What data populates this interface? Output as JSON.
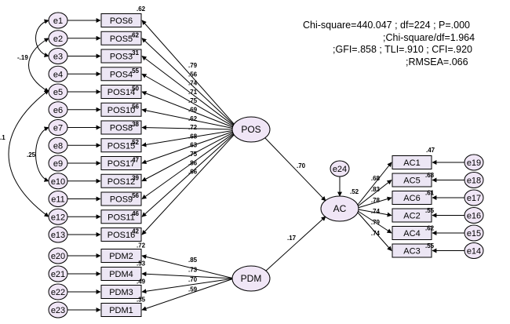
{
  "fit_stats": [
    "Chi-square=440.047 ; df=224 ; P=.000",
    ";Chi-square/df=1.964",
    ";GFI=.858 ; TLI=.910 ; CFI=.920",
    ";RMSEA=.066"
  ],
  "latents": {
    "pos": "POS",
    "pdm": "PDM",
    "ac": "AC"
  },
  "pos_items": [
    {
      "item": "POS6",
      "error": "e1",
      "loading": ".79",
      "r2": ".62"
    },
    {
      "item": "POS5",
      "error": "e2",
      "loading": ".56",
      "r2": ".62"
    },
    {
      "item": "POS3",
      "error": "e3",
      "loading": ".74",
      "r2": ".31"
    },
    {
      "item": "POS4",
      "error": "e4",
      "loading": ".71",
      "r2": ".55"
    },
    {
      "item": "POS14",
      "error": "e5",
      "loading": ".75",
      "r2": ".50"
    },
    {
      "item": "POS10",
      "error": "e6",
      "loading": ".69",
      "r2": ".56"
    },
    {
      "item": "POS8",
      "error": "e7",
      "loading": ".62",
      "r2": ".38"
    },
    {
      "item": "POS15",
      "error": "e8",
      "loading": ".72",
      "r2": ".52"
    },
    {
      "item": "POS17",
      "error": "e9",
      "loading": ".68",
      "r2": ".47"
    },
    {
      "item": "POS12",
      "error": "e10",
      "loading": ".63",
      "r2": ".39"
    },
    {
      "item": "POS9",
      "error": "e11",
      "loading": ".75",
      "r2": ".56"
    },
    {
      "item": "POS11",
      "error": "e12",
      "loading": ".86",
      "r2": ".46"
    },
    {
      "item": "POS16",
      "error": "e13",
      "loading": ".66",
      "r2": ".42"
    }
  ],
  "pos_first_r2": ".62",
  "pdm_items": [
    {
      "item": "PDM2",
      "error": "e20",
      "loading": ".85",
      "r2": ".72"
    },
    {
      "item": "PDM4",
      "error": "e21",
      "loading": ".73",
      "r2": ".53"
    },
    {
      "item": "PDM3",
      "error": "e22",
      "loading": ".70",
      "r2": ".49"
    },
    {
      "item": "PDM1",
      "error": "e23",
      "loading": ".59",
      "r2": ".35"
    }
  ],
  "ac_items": [
    {
      "item": "AC1",
      "error": "e19",
      "loading": ".68",
      "r2": ".47"
    },
    {
      "item": "AC5",
      "error": "e18",
      "loading": ".83",
      "r2": ".68"
    },
    {
      "item": "AC6",
      "error": "e17",
      "loading": ".78",
      "r2": ".61"
    },
    {
      "item": "AC2",
      "error": "e16",
      "loading": ".74",
      "r2": ".55"
    },
    {
      "item": "AC4",
      "error": "e15",
      "loading": ".79",
      "r2": ".62"
    },
    {
      "item": "AC3",
      "error": "e14",
      "loading": ".74",
      "r2": ".55"
    }
  ],
  "structural": {
    "pos_to_ac": ".70",
    "pdm_to_ac": ".17",
    "ac_r2": ".52",
    "ac_error": "e24"
  },
  "covariances": [
    {
      "label": "-.19"
    },
    {
      "label": ".25"
    },
    {
      "label": ".1"
    },
    {
      "label": ""
    }
  ],
  "colors": {
    "box_fill": "#ece6f4",
    "oval_fill": "#f0e6f6",
    "stroke": "#000000"
  }
}
